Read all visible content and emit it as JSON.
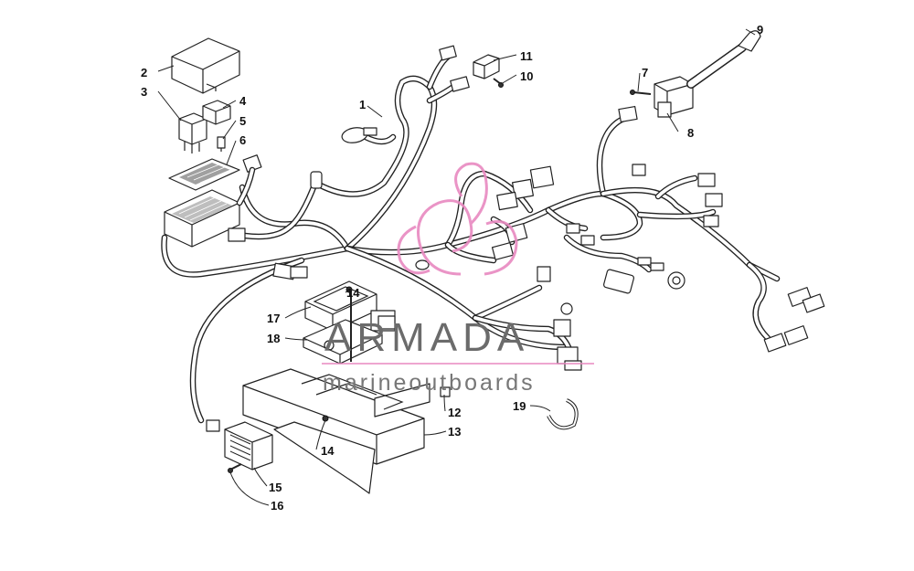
{
  "watermark": {
    "brand": "ARMADA",
    "tagline": "marineoutboards",
    "colors": {
      "pink": "#e889c0",
      "gray": "#6b6b6b"
    }
  },
  "callouts": [
    {
      "id": "1",
      "label": "1"
    },
    {
      "id": "2",
      "label": "2"
    },
    {
      "id": "3",
      "label": "3"
    },
    {
      "id": "4",
      "label": "4"
    },
    {
      "id": "5",
      "label": "5"
    },
    {
      "id": "6",
      "label": "6"
    },
    {
      "id": "7",
      "label": "7"
    },
    {
      "id": "8",
      "label": "8"
    },
    {
      "id": "9",
      "label": "9"
    },
    {
      "id": "10",
      "label": "10"
    },
    {
      "id": "11",
      "label": "11"
    },
    {
      "id": "12",
      "label": "12"
    },
    {
      "id": "13",
      "label": "13"
    },
    {
      "id": "14a",
      "label": "14"
    },
    {
      "id": "14b",
      "label": "14"
    },
    {
      "id": "15",
      "label": "15"
    },
    {
      "id": "16",
      "label": "16"
    },
    {
      "id": "17",
      "label": "17"
    },
    {
      "id": "18",
      "label": "18"
    },
    {
      "id": "19",
      "label": "19"
    }
  ]
}
